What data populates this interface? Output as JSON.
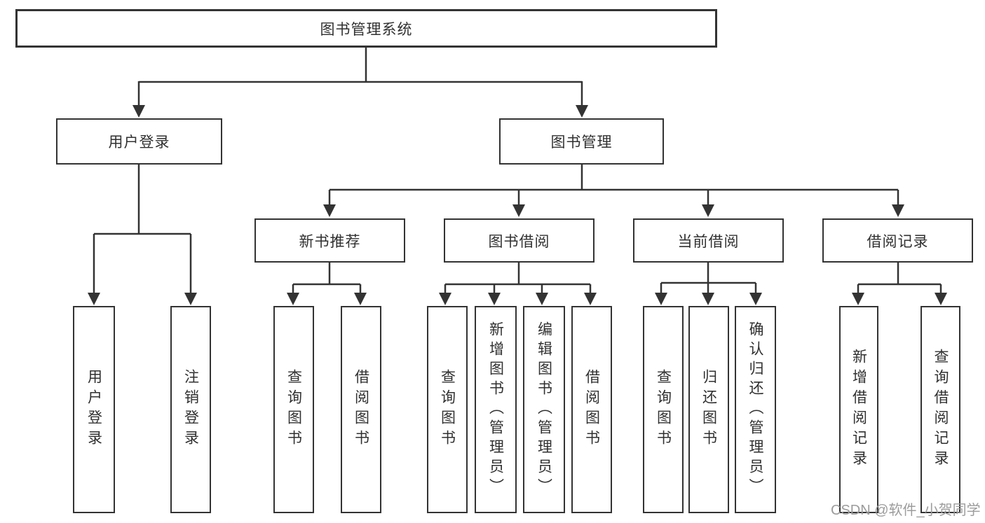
{
  "tree": {
    "root": {
      "label": "图书管理系统"
    },
    "branches": [
      {
        "label": "用户登录",
        "children": [
          {
            "label": "用户登录"
          },
          {
            "label": "注销登录"
          }
        ]
      },
      {
        "label": "图书管理",
        "children": [
          {
            "label": "新书推荐",
            "children": [
              {
                "label": "查询图书"
              },
              {
                "label": "借阅图书"
              }
            ]
          },
          {
            "label": "图书借阅",
            "children": [
              {
                "label": "查询图书"
              },
              {
                "label": "新增图书（管理员）"
              },
              {
                "label": "编辑图书（管理员）"
              },
              {
                "label": "借阅图书"
              }
            ]
          },
          {
            "label": "当前借阅",
            "children": [
              {
                "label": "查询图书"
              },
              {
                "label": "归还图书"
              },
              {
                "label": "确认归还（管理员）"
              }
            ]
          },
          {
            "label": "借阅记录",
            "children": [
              {
                "label": "新增借阅记录"
              },
              {
                "label": "查询借阅记录"
              }
            ]
          }
        ]
      }
    ]
  },
  "watermark": {
    "text": "CSDN @软件_小贺同学"
  },
  "colors": {
    "line": "#333333",
    "text": "#303030",
    "watermark": "#9c9c9c",
    "background": "#ffffff"
  }
}
